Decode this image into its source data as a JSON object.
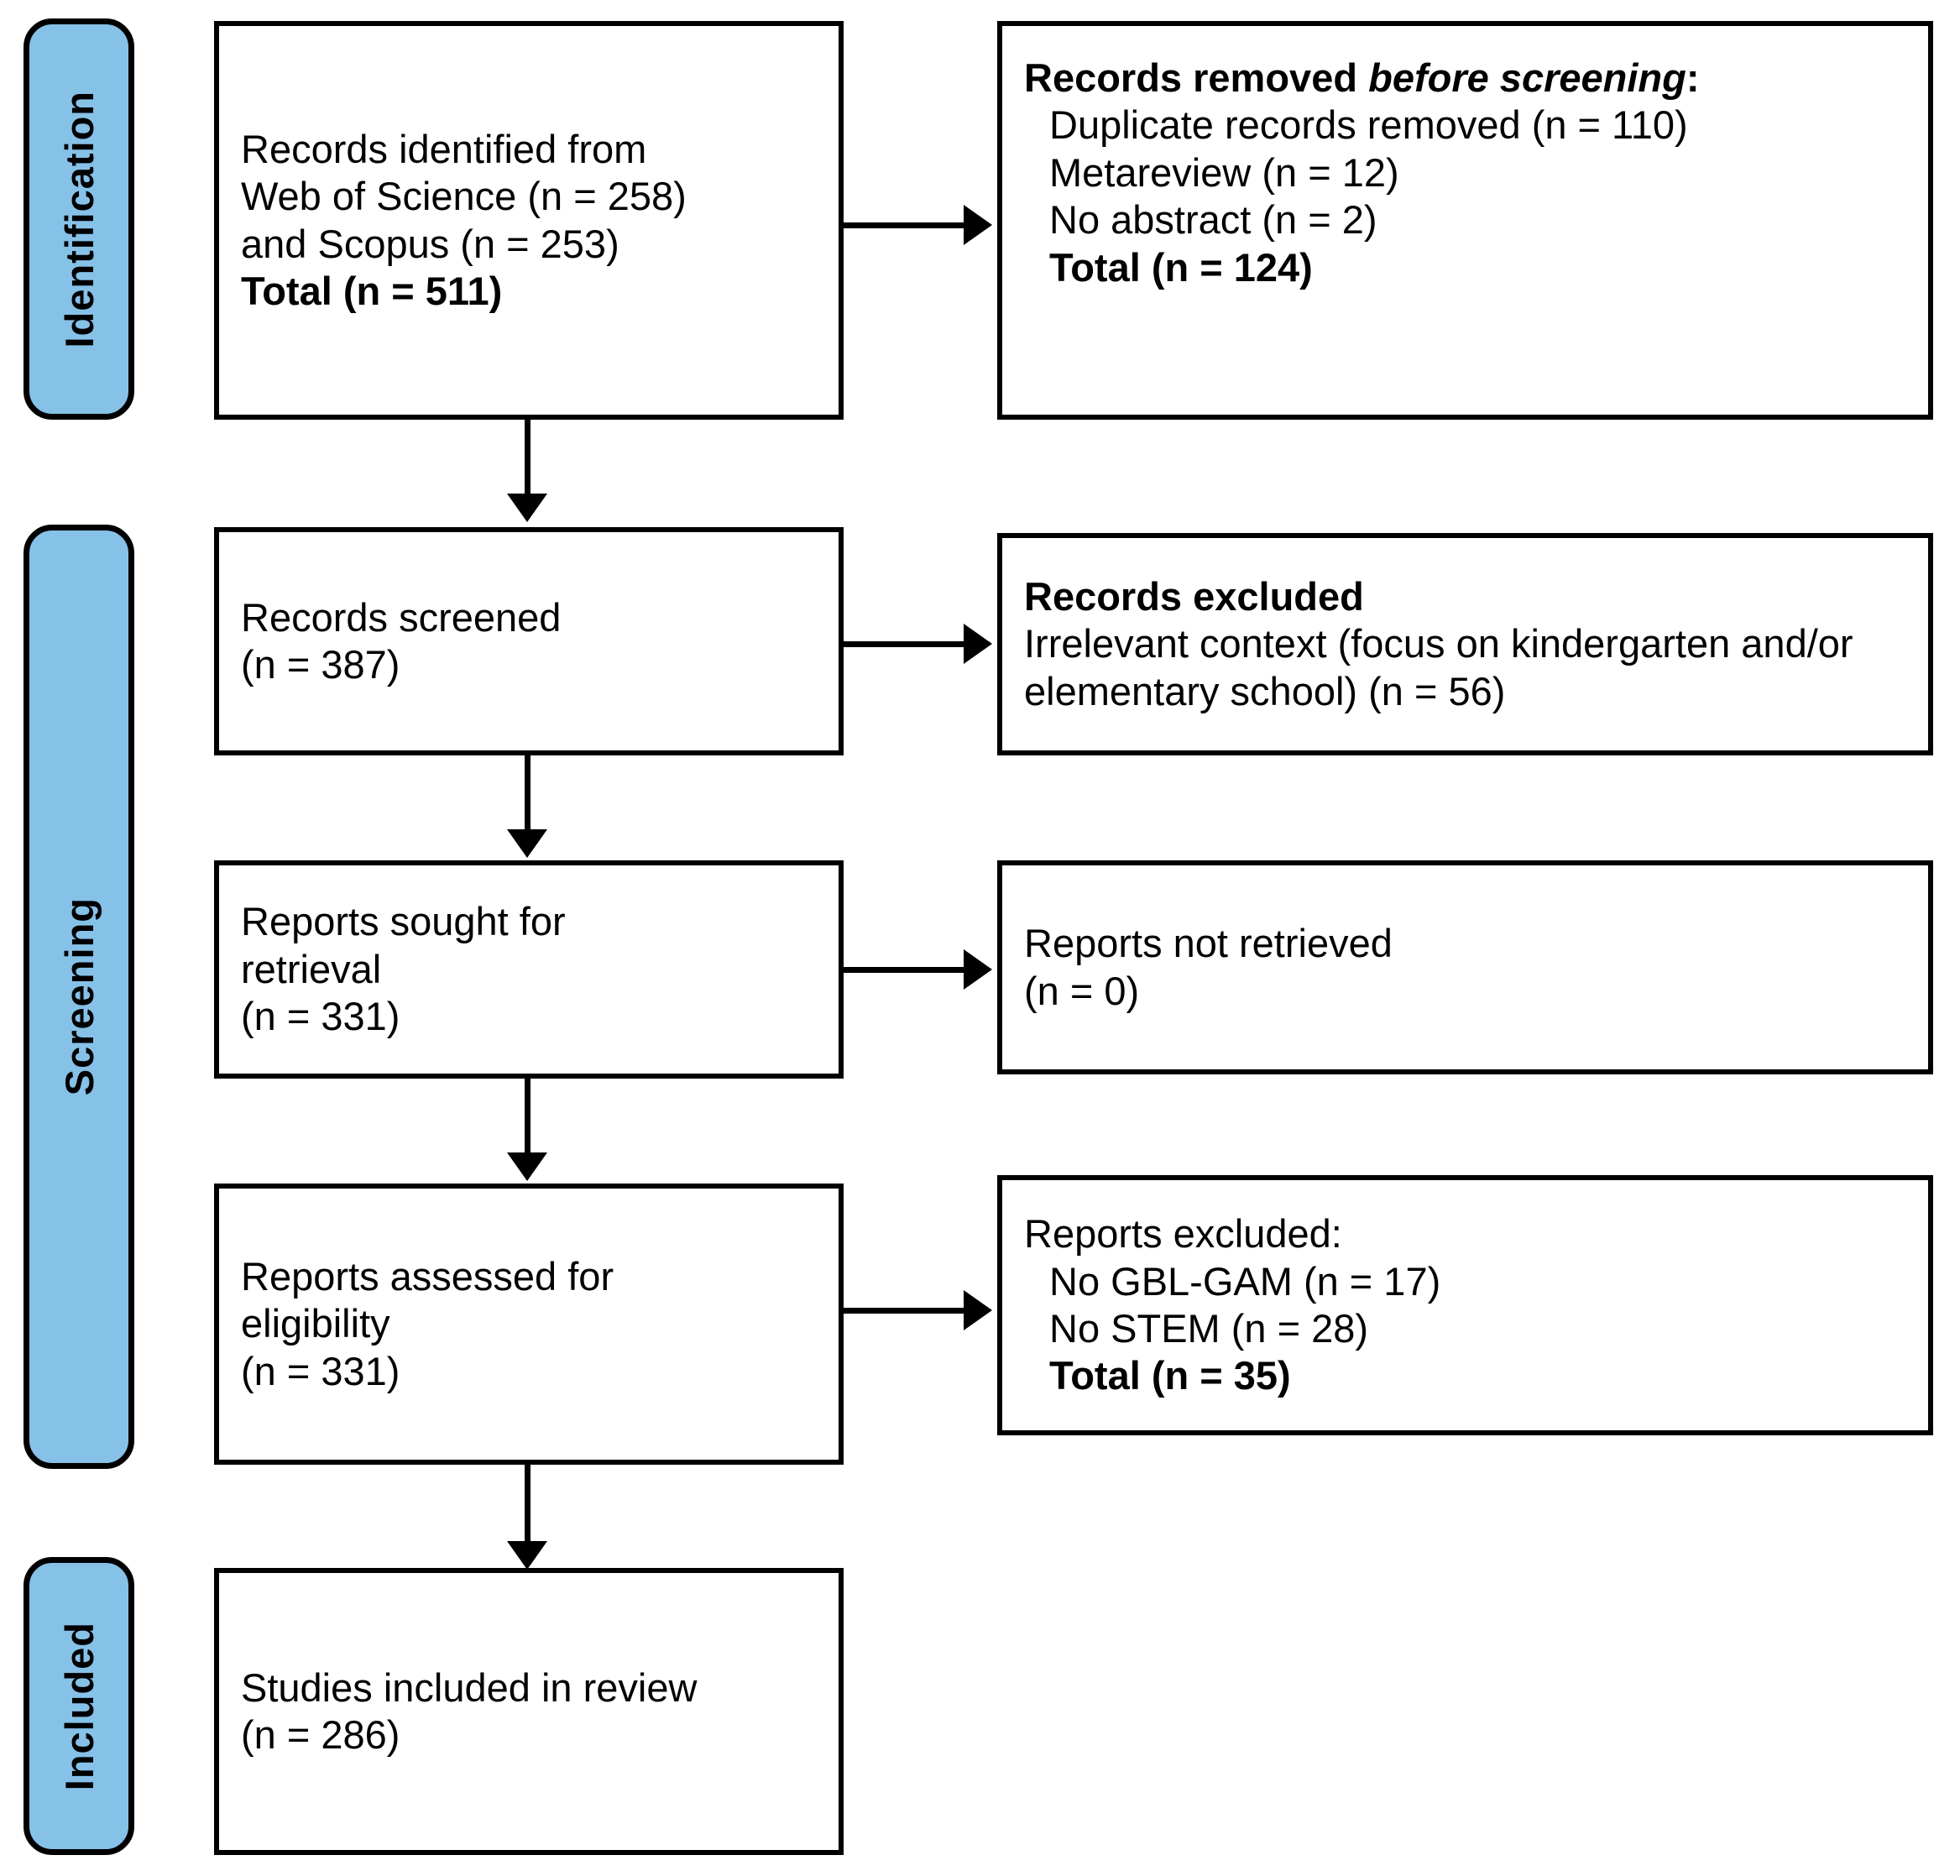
{
  "diagram": {
    "title": "PRISMA 2020 flow diagram",
    "accent_color": "#86C1E8",
    "line_color": "#000000"
  },
  "phases": [
    {
      "id": "identification",
      "label": "Identification"
    },
    {
      "id": "screening",
      "label": "Screening"
    },
    {
      "id": "included",
      "label": "Included"
    }
  ],
  "boxes": {
    "records_identified": {
      "line1": "Records identified from",
      "line2": "Web of Science (n = 258)",
      "line3": "and Scopus (n = 253)",
      "total": "Total (n = 511)"
    },
    "records_removed": {
      "header_a": "Records removed ",
      "header_b": "before screening",
      "header_c": ":",
      "item1": "Duplicate records removed (n = 110)",
      "item2": "Metareview (n = 12)",
      "item3": "No abstract (n = 2)",
      "total": "Total (n = 124)"
    },
    "records_screened": {
      "line1": "Records screened",
      "line2": "(n = 387)"
    },
    "records_excluded": {
      "header": "Records excluded",
      "reason": "Irrelevant context (focus on kindergarten and/or elementary school) (n = 56)"
    },
    "reports_sought": {
      "line1": "Reports sought for",
      "line2": "retrieval",
      "line3": "(n = 331)"
    },
    "reports_not_retrieved": {
      "line1": "Reports not retrieved",
      "line2": "(n = 0)"
    },
    "reports_assessed": {
      "line1": "Reports assessed for",
      "line2": "eligibility",
      "line3": "(n = 331)"
    },
    "reports_excluded": {
      "header": "Reports excluded:",
      "item1": "No GBL-GAM (n = 17)",
      "item2": "No STEM (n = 28)",
      "total": "Total (n = 35)"
    },
    "studies_included": {
      "line1": "Studies included in review",
      "line2": "(n = 286)"
    }
  },
  "chart_data": {
    "type": "diagram",
    "title": "PRISMA 2020 flow diagram",
    "stages": [
      {
        "phase": "Identification",
        "node": "Records identified from Web of Science (n = 258) and Scopus (n = 253) Total (n = 511)",
        "value": 511,
        "sources": [
          {
            "name": "Web of Science",
            "n": 258
          },
          {
            "name": "Scopus",
            "n": 253
          }
        ],
        "excluded_node": "Records removed before screening",
        "excluded_total": 124,
        "excluded_reasons": [
          {
            "reason": "Duplicate records removed",
            "n": 110
          },
          {
            "reason": "Metareview",
            "n": 12
          },
          {
            "reason": "No abstract",
            "n": 2
          }
        ]
      },
      {
        "phase": "Screening",
        "node": "Records screened",
        "value": 387,
        "excluded_node": "Records excluded",
        "excluded_total": 56,
        "excluded_reasons": [
          {
            "reason": "Irrelevant context (focus on kindergarten and/or elementary school)",
            "n": 56
          }
        ]
      },
      {
        "phase": "Screening",
        "node": "Reports sought for retrieval",
        "value": 331,
        "excluded_node": "Reports not retrieved",
        "excluded_total": 0,
        "excluded_reasons": []
      },
      {
        "phase": "Screening",
        "node": "Reports assessed for eligibility",
        "value": 331,
        "excluded_node": "Reports excluded",
        "excluded_total": 35,
        "excluded_reasons": [
          {
            "reason": "No GBL-GAM",
            "n": 17
          },
          {
            "reason": "No STEM",
            "n": 28
          }
        ]
      },
      {
        "phase": "Included",
        "node": "Studies included in review",
        "value": 286,
        "excluded_node": null,
        "excluded_total": null,
        "excluded_reasons": []
      }
    ]
  }
}
